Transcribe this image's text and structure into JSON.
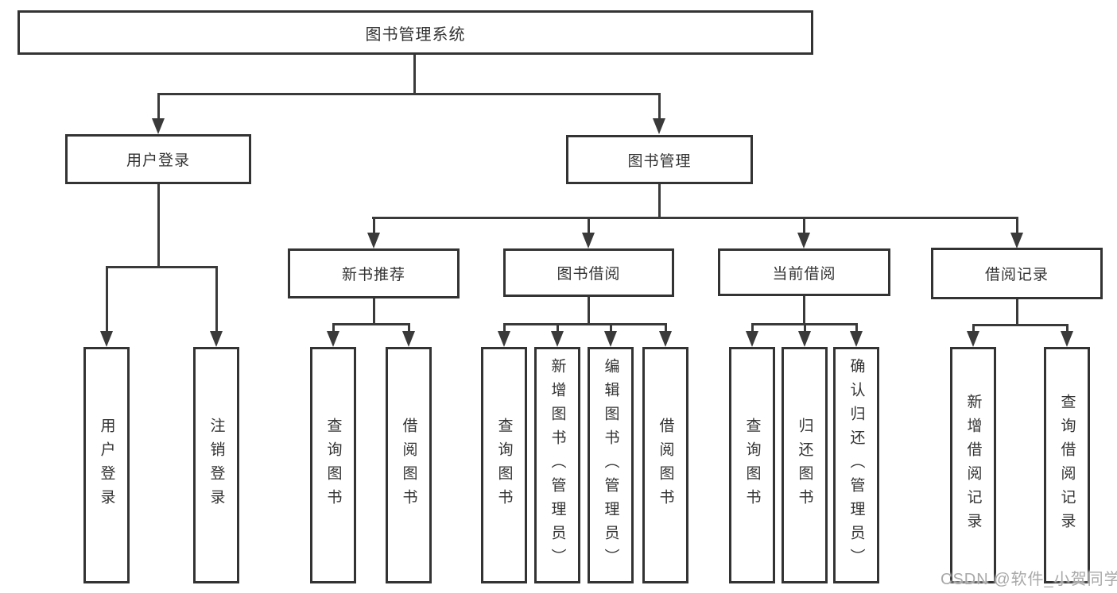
{
  "diagram": {
    "root": {
      "label": "图书管理系统"
    },
    "level1": [
      {
        "label": "用户登录"
      },
      {
        "label": "图书管理"
      }
    ],
    "level2": [
      {
        "label": "新书推荐",
        "parent": "图书管理"
      },
      {
        "label": "图书借阅",
        "parent": "图书管理"
      },
      {
        "label": "当前借阅",
        "parent": "图书管理"
      },
      {
        "label": "借阅记录",
        "parent": "图书管理"
      }
    ],
    "leaves": [
      {
        "label": "用户登录",
        "parent": "用户登录"
      },
      {
        "label": "注销登录",
        "parent": "用户登录"
      },
      {
        "label": "查询图书",
        "parent": "新书推荐"
      },
      {
        "label": "借阅图书",
        "parent": "新书推荐"
      },
      {
        "label": "查询图书",
        "parent": "图书借阅"
      },
      {
        "label": "新增图书（管理员）",
        "parent": "图书借阅"
      },
      {
        "label": "编辑图书（管理员）",
        "parent": "图书借阅"
      },
      {
        "label": "借阅图书",
        "parent": "图书借阅"
      },
      {
        "label": "查询图书",
        "parent": "当前借阅"
      },
      {
        "label": "归还图书",
        "parent": "当前借阅"
      },
      {
        "label": "确认归还（管理员）",
        "parent": "当前借阅"
      },
      {
        "label": "新增借阅记录",
        "parent": "借阅记录"
      },
      {
        "label": "查询借阅记录",
        "parent": "借阅记录"
      }
    ]
  },
  "watermark": {
    "text": "CSDN @软件_小贺同学"
  },
  "colors": {
    "line": "#3a3a3a",
    "border": "#333333",
    "text": "#333333",
    "background": "#ffffff",
    "watermark": "#a9a9a9"
  }
}
